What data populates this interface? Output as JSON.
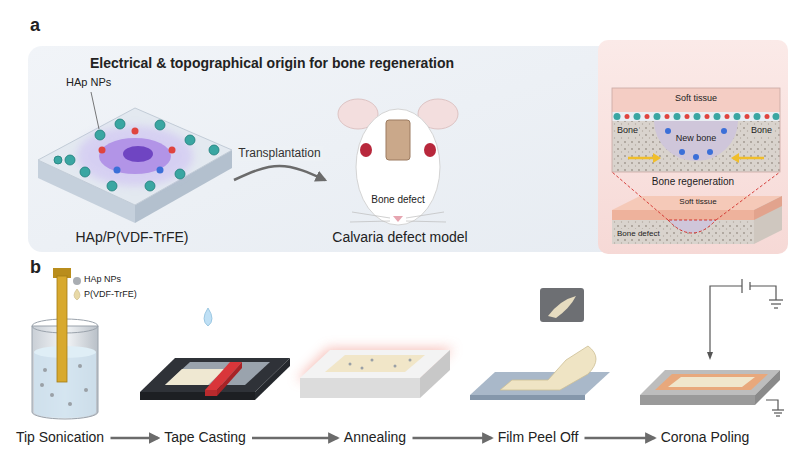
{
  "diagram": {
    "nodes": [
      {
        "text": [
          "Electrical & topographical origin for bone regeneration"
        ]
      },
      {
        "text": [
          "HAp/P(VDF-TrFE)"
        ],
        "in": 0
      },
      {
        "text": [
          "Calvaria defect model"
        ],
        "in": 0
      },
      {
        "text": [
          "Bone regeneration"
        ]
      },
      {
        "text": [
          "Tip Sonication"
        ]
      },
      {
        "text": [
          "Tape Casting"
        ]
      },
      {
        "text": [
          "Annealing"
        ]
      },
      {
        "text": [
          "Film Peel Off"
        ]
      },
      {
        "text": [
          "Corona Poling"
        ]
      }
    ],
    "edges": [
      {
        "from": 1,
        "to": 2,
        "arrow": "to",
        "label": "Transplantation"
      },
      {
        "from": 4,
        "to": 5,
        "arrow": "to"
      },
      {
        "from": 5,
        "to": 6,
        "arrow": "to"
      },
      {
        "from": 6,
        "to": 7,
        "arrow": "to"
      },
      {
        "from": 7,
        "to": 8,
        "arrow": "to"
      }
    ],
    "labels": [
      "a",
      "HAp NPs",
      "Bone defect",
      "Soft tissue",
      "Bone",
      "Bone",
      "New bone",
      "Soft tissue",
      "Bone defect",
      "b",
      "HAp NPs",
      "P(VDF-TrFE)"
    ]
  }
}
